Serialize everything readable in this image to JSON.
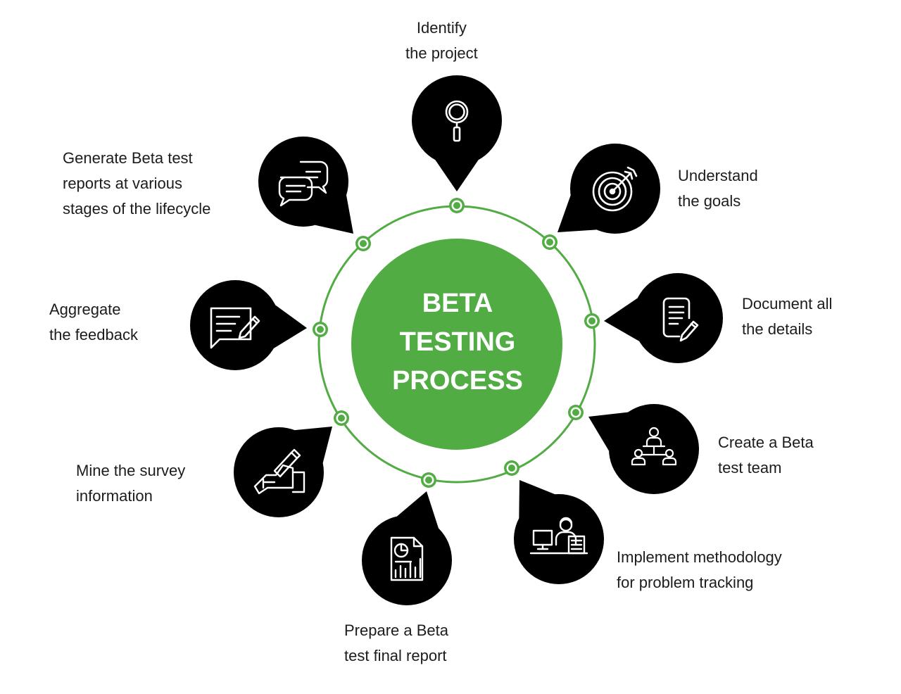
{
  "center": {
    "title_lines": [
      "BETA",
      "TESTING",
      "PROCESS"
    ]
  },
  "colors": {
    "accent_green": "#52AC44",
    "badge_black": "#000000",
    "text": "#1c1c1c"
  },
  "steps": [
    {
      "icon": "magnifier-icon",
      "lines": [
        "Identify",
        "the project"
      ]
    },
    {
      "icon": "target-icon",
      "lines": [
        "Understand",
        "the goals"
      ]
    },
    {
      "icon": "document-edit-icon",
      "lines": [
        "Document all",
        "the details"
      ]
    },
    {
      "icon": "team-icon",
      "lines": [
        "Create a Beta",
        "test team"
      ]
    },
    {
      "icon": "desk-worker-icon",
      "lines": [
        "Implement methodology",
        "for problem tracking"
      ]
    },
    {
      "icon": "report-chart-icon",
      "lines": [
        "Prepare a Beta",
        "test final report"
      ]
    },
    {
      "icon": "hand-writing-icon",
      "lines": [
        "Mine the survey",
        "information"
      ]
    },
    {
      "icon": "feedback-message-icon",
      "lines": [
        "Aggregate",
        "the feedback"
      ]
    },
    {
      "icon": "chat-bubbles-icon",
      "lines": [
        "Generate Beta test",
        "reports at various",
        "stages of the lifecycle"
      ]
    }
  ]
}
